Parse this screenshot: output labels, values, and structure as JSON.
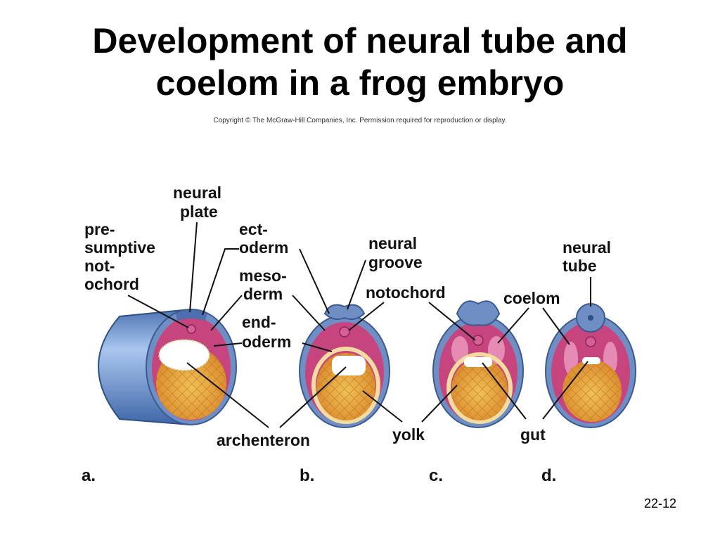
{
  "slide": {
    "title_line1": "Development of neural tube and",
    "title_line2": "coelom in a frog embryo",
    "copyright": "Copyright © The McGraw-Hill Companies, Inc. Permission required for reproduction or display.",
    "slide_number": "22-12"
  },
  "labels": {
    "neural_plate_1": "neural",
    "neural_plate_2": "plate",
    "presumptive_1": "pre-",
    "presumptive_2": "sumptive",
    "presumptive_3": "not-",
    "presumptive_4": "ochord",
    "ectoderm_1": "ect-",
    "ectoderm_2": "oderm",
    "mesoderm_1": "meso-",
    "mesoderm_2": "derm",
    "endoderm_1": "end-",
    "endoderm_2": "oderm",
    "neural_groove_1": "neural",
    "neural_groove_2": "groove",
    "notochord": "notochord",
    "coelom": "coelom",
    "neural_tube_1": "neural",
    "neural_tube_2": "tube",
    "archenteron": "archenteron",
    "yolk": "yolk",
    "gut": "gut"
  },
  "panels": {
    "a": "a.",
    "b": "b.",
    "c": "c.",
    "d": "d."
  },
  "colors": {
    "ectoderm": "#6f8fc4",
    "mesoderm": "#c7457f",
    "mesoderm_light": "#e58bb4",
    "yolk": "#e6a23a",
    "yolk_dark": "#c8731e",
    "archenteron": "#ffffff",
    "cylinder": "#6f9ad6"
  }
}
